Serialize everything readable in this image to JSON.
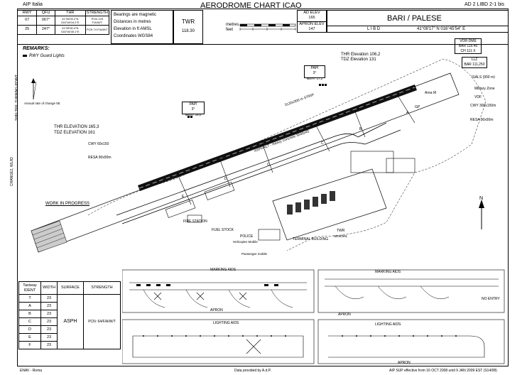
{
  "header": {
    "left": "AIP Italia",
    "center": "AERODROME CHART ICAO",
    "right": "AD 2 LIBD 2-1 bis"
  },
  "rwy_table": {
    "headers": [
      "RWY",
      "QFU",
      "THR",
      "STRENGTH"
    ],
    "rows": [
      [
        "07",
        "067°",
        "41°08'09.2\"N 016°45'04.2\"E",
        "PCN 125 F/A/W/T"
      ],
      [
        "25",
        "247°",
        "41°08'30.4\"N 016°46'35.1\"E",
        "PCN 74 F/A/W/T"
      ]
    ]
  },
  "notes": {
    "line1": "Bearings are magnetic",
    "line2": "Distances in metres",
    "line3": "Elevation in ft  AMSL",
    "line4": "Coordinates WGS84"
  },
  "twr": {
    "label": "TWR",
    "freq": "118.30"
  },
  "scale": {
    "metres": "metres",
    "feet": "feet"
  },
  "elev": {
    "ad_label": "AD ELEV",
    "ad_value": "165",
    "apron_label": "APRON ELEV",
    "apron_value": "147"
  },
  "station": {
    "name": "BARI / PALESE",
    "icao": "L I B D",
    "coords": "41°08'17\" N  016°45'54\" E"
  },
  "remarks": {
    "title": "REMARKS:",
    "item1": "RWY Guard Lights"
  },
  "side_labels": {
    "left1": "SHELTER, TURNING POINT",
    "left2": "CHANGE2, WL/ID",
    "left_note": "Annual rate of change 5E"
  },
  "chart_labels": {
    "thr_elev_25": "THR Elevation 106,2",
    "tdz_elev_25": "TDZ Elevation 131",
    "papi_25": "PAPI",
    "papi_25b": "3°",
    "papi_25c": "MEHT 17,2",
    "papi_07": "PAPI",
    "papi_07b": "3°",
    "papi_07c": "MEHT 16,0",
    "thr_elev_07": "THR ELEVATION 165,3",
    "tdz_elev_07": "TDZ ELEVATION 161",
    "cwy_07": "CWY 60x150",
    "resa_07": "RESA 90x90m",
    "strip": "3120x300 m STRIP",
    "asphalt": "ASPHALT - Heavy concrete 3040x45",
    "work": "WORK IN PROGRESS",
    "vor_dme": "VOR-DME",
    "vor_dme_b": "BAR 115.45",
    "vor_dme_c": "CH 111 X",
    "llz": "LLZ",
    "llz_b": "BAR 111,250",
    "isals": "ISALS (900 m)",
    "military": "Military Zone",
    "vdf": "VDF",
    "area_m": "Area M",
    "cwy_25": "CWY 300x150m",
    "resa_25": "RESA 90x90m",
    "gp": "GP",
    "fire": "FIRE STATION",
    "fuel": "FUEL STOCK",
    "police": "POLICE",
    "police_b": "Helicopter Mobile",
    "terminal": "TERMINAL BUILDING",
    "twr_label": "TWR",
    "twr_label_b": "NEW/MIL",
    "pass_b": "Passenger mobile",
    "north": "N"
  },
  "twy_table": {
    "headers": [
      "Taxiway IDENT",
      "WIDTH",
      "SURFACE",
      "STRENGTH"
    ],
    "rows": [
      [
        "T",
        "23"
      ],
      [
        "A",
        "23"
      ],
      [
        "B",
        "23"
      ],
      [
        "C",
        "23"
      ],
      [
        "D",
        "23"
      ],
      [
        "E",
        "23"
      ],
      [
        "F",
        "23"
      ]
    ],
    "surface": "ASPH",
    "strength": "PCN: 64/F/A/W/T"
  },
  "insets": {
    "marking_aids_1": "MARKING AIDS",
    "marking_aids_2": "MARKING AIDS",
    "lighting_aids_1": "LIGHTING AIDS",
    "lighting_aids_2": "LIGHTING AIDS",
    "apron_1": "APRON",
    "apron_2": "APRON",
    "apron_3": "APRON",
    "no_entry": "NO ENTRY"
  },
  "footer": {
    "left": "ENAV - Roma",
    "center": "Data provided by A.d.P.",
    "right": "AIP SUP effective from 16 OCT 2008 until 9 JAN 2009 EST (S14/08)"
  }
}
